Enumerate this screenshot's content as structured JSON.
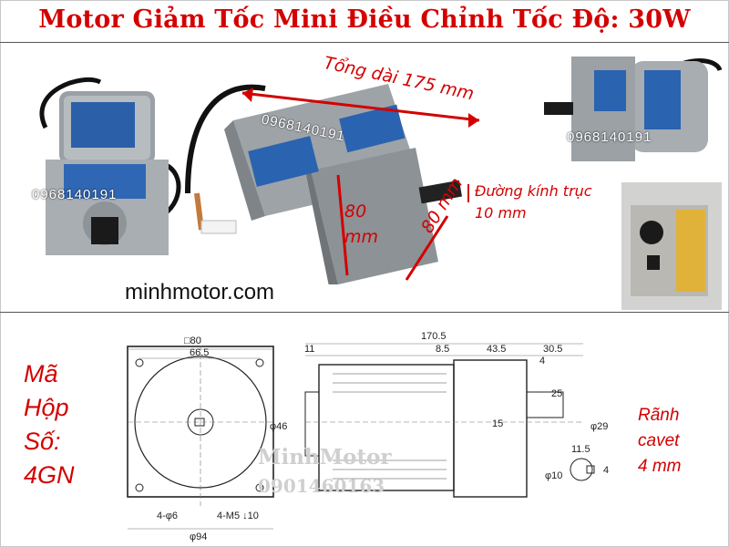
{
  "title": "Motor Giảm Tốc Mini Điều Chỉnh Tốc Độ: 30W",
  "annotations": {
    "total_length": "Tổng dài 175 mm",
    "shaft_diameter": "Đường kính trục 10 mm",
    "flange_height": "80 mm",
    "flange_width": "80 mm"
  },
  "watermark_phone": "0968140191",
  "website": "minhmotor.com",
  "gearbox_code": {
    "line1": "Mã",
    "line2": "Hộp",
    "line3": "Số:",
    "line4": "4GN"
  },
  "keyway_note": {
    "line1": "Rãnh",
    "line2": "cavet",
    "line3": "4 mm"
  },
  "drawing": {
    "square": "□80",
    "pcd_inner": "66.5",
    "hole_label": "4-φ6",
    "thread_label": "4-M5 ↓10",
    "diameter": "φ94",
    "d_170_5": "170.5",
    "d_11": "11",
    "d_8_5": "8.5",
    "d_43_5": "43.5",
    "d_30_5": "30.5",
    "d_4": "4",
    "d_25": "25",
    "d_15": "15",
    "d_phi46": "φ46",
    "d_phi29": "φ29",
    "d_11_5": "11.5",
    "d_phi10": "φ10",
    "d_4b": "4"
  },
  "drawing_watermark": {
    "name": "MinhMotor",
    "phone": "0901460163"
  },
  "colors": {
    "accent_red": "#d40000"
  }
}
